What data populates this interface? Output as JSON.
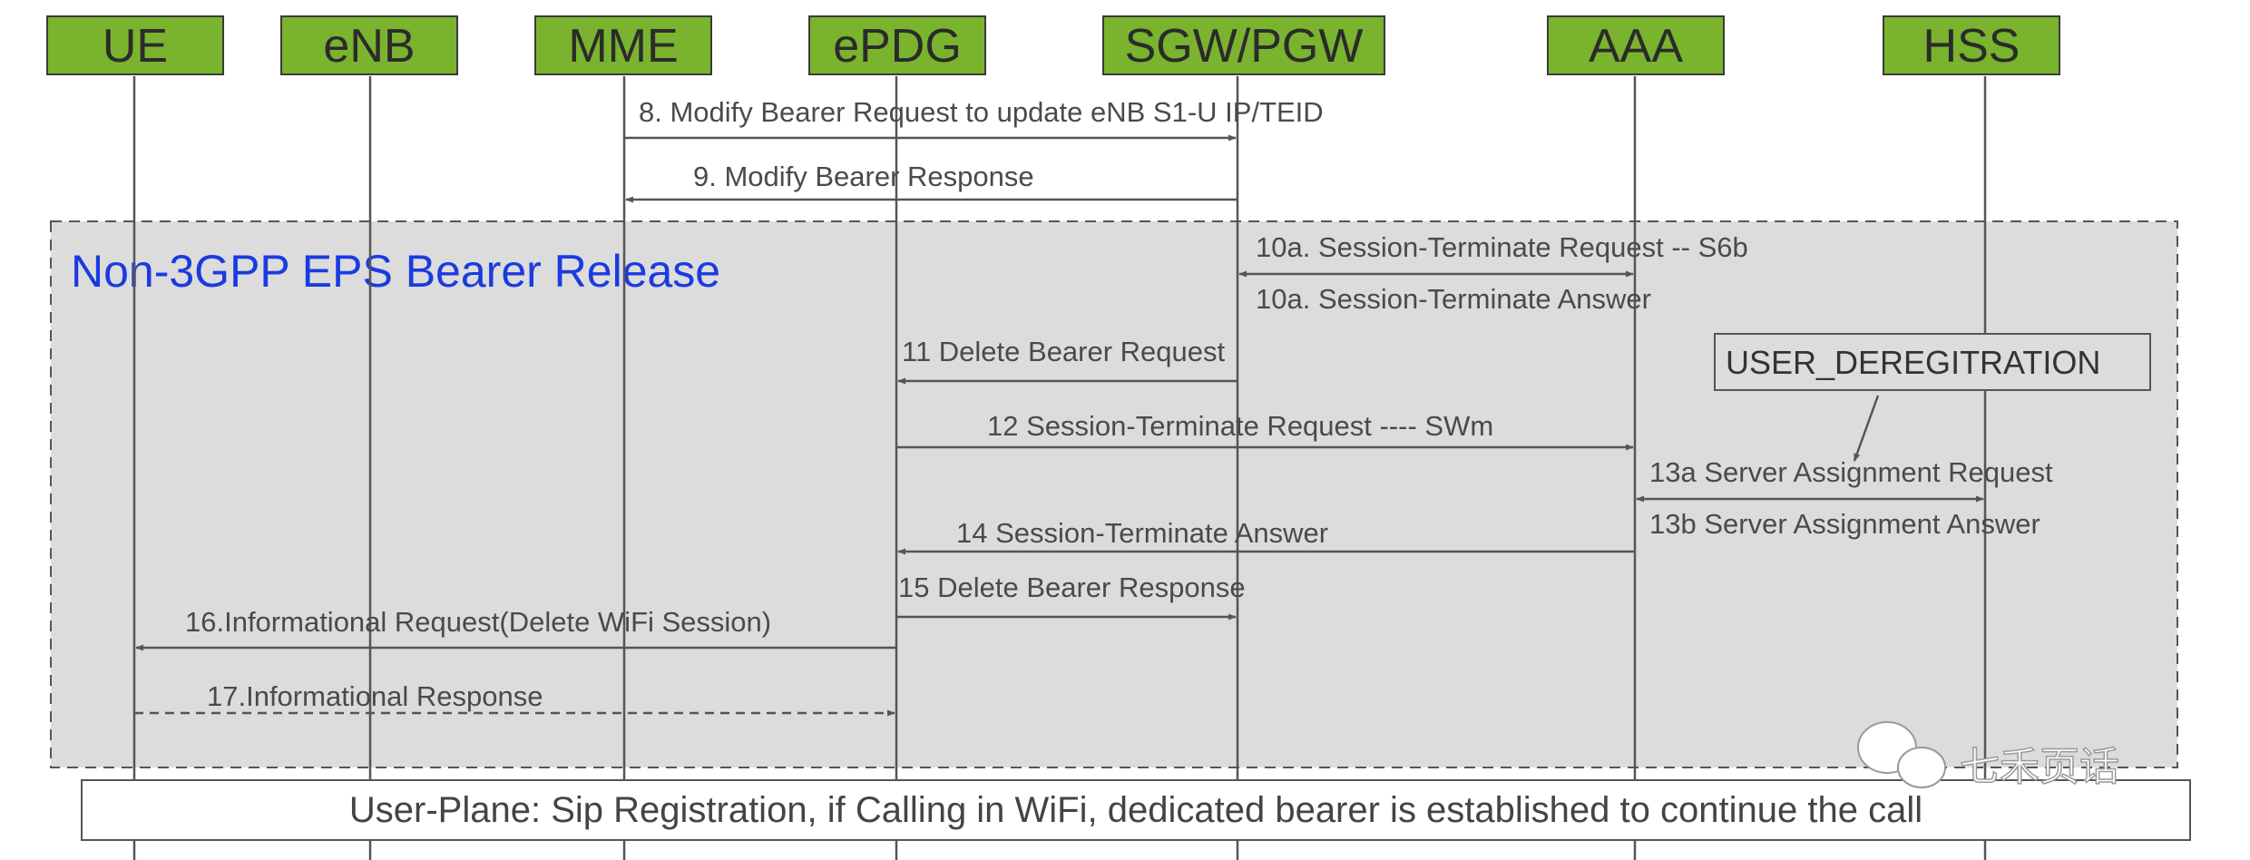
{
  "entities": [
    {
      "id": "ue",
      "label": "UE"
    },
    {
      "id": "enb",
      "label": "eNB"
    },
    {
      "id": "mme",
      "label": "MME"
    },
    {
      "id": "epdg",
      "label": "ePDG"
    },
    {
      "id": "sgw",
      "label": "SGW/PGW"
    },
    {
      "id": "aaa",
      "label": "AAA"
    },
    {
      "id": "hss",
      "label": "HSS"
    }
  ],
  "region": {
    "title": "Non-3GPP EPS Bearer Release"
  },
  "messages": [
    {
      "label": "8. Modify Bearer Request to update eNB S1-U IP/TEID",
      "from": "mme",
      "to": "sgw",
      "style": "solid"
    },
    {
      "label": "9. Modify Bearer Response",
      "from": "sgw",
      "to": "mme",
      "style": "solid"
    },
    {
      "label": "10a. Session-Terminate Request   -- S6b",
      "from": "sgw",
      "to": "aaa",
      "style": "both"
    },
    {
      "label": "10a. Session-Terminate Answer",
      "from": "aaa",
      "to": "sgw",
      "style": "none"
    },
    {
      "label": "11 Delete Bearer Request",
      "from": "sgw",
      "to": "epdg",
      "style": "solid"
    },
    {
      "label": "12 Session-Terminate Request    ---- SWm",
      "from": "epdg",
      "to": "aaa",
      "style": "solid"
    },
    {
      "label": "13a Server Assignment Request",
      "from": "aaa",
      "to": "hss",
      "style": "both"
    },
    {
      "label": "13b Server Assignment Answer",
      "from": "hss",
      "to": "aaa",
      "style": "none"
    },
    {
      "label": "14 Session-Terminate Answer",
      "from": "aaa",
      "to": "epdg",
      "style": "solid"
    },
    {
      "label": "15 Delete Bearer Response",
      "from": "epdg",
      "to": "sgw",
      "style": "solid"
    },
    {
      "label": "16.Informational Request(Delete WiFi Session)",
      "from": "epdg",
      "to": "ue",
      "style": "solid"
    },
    {
      "label": "17.Informational Response",
      "from": "ue",
      "to": "epdg",
      "style": "dashed"
    }
  ],
  "note": {
    "label": "USER_DEREGITRATION"
  },
  "footer": {
    "label": "User-Plane: Sip Registration,  if Calling in WiFi, dedicated bearer is established to continue the call"
  },
  "watermark": {
    "label": "七禾页话"
  },
  "colors": {
    "entity_fill": "#7ab32e",
    "region_fill": "#dcdcdc",
    "title_color": "#1a3be0"
  }
}
